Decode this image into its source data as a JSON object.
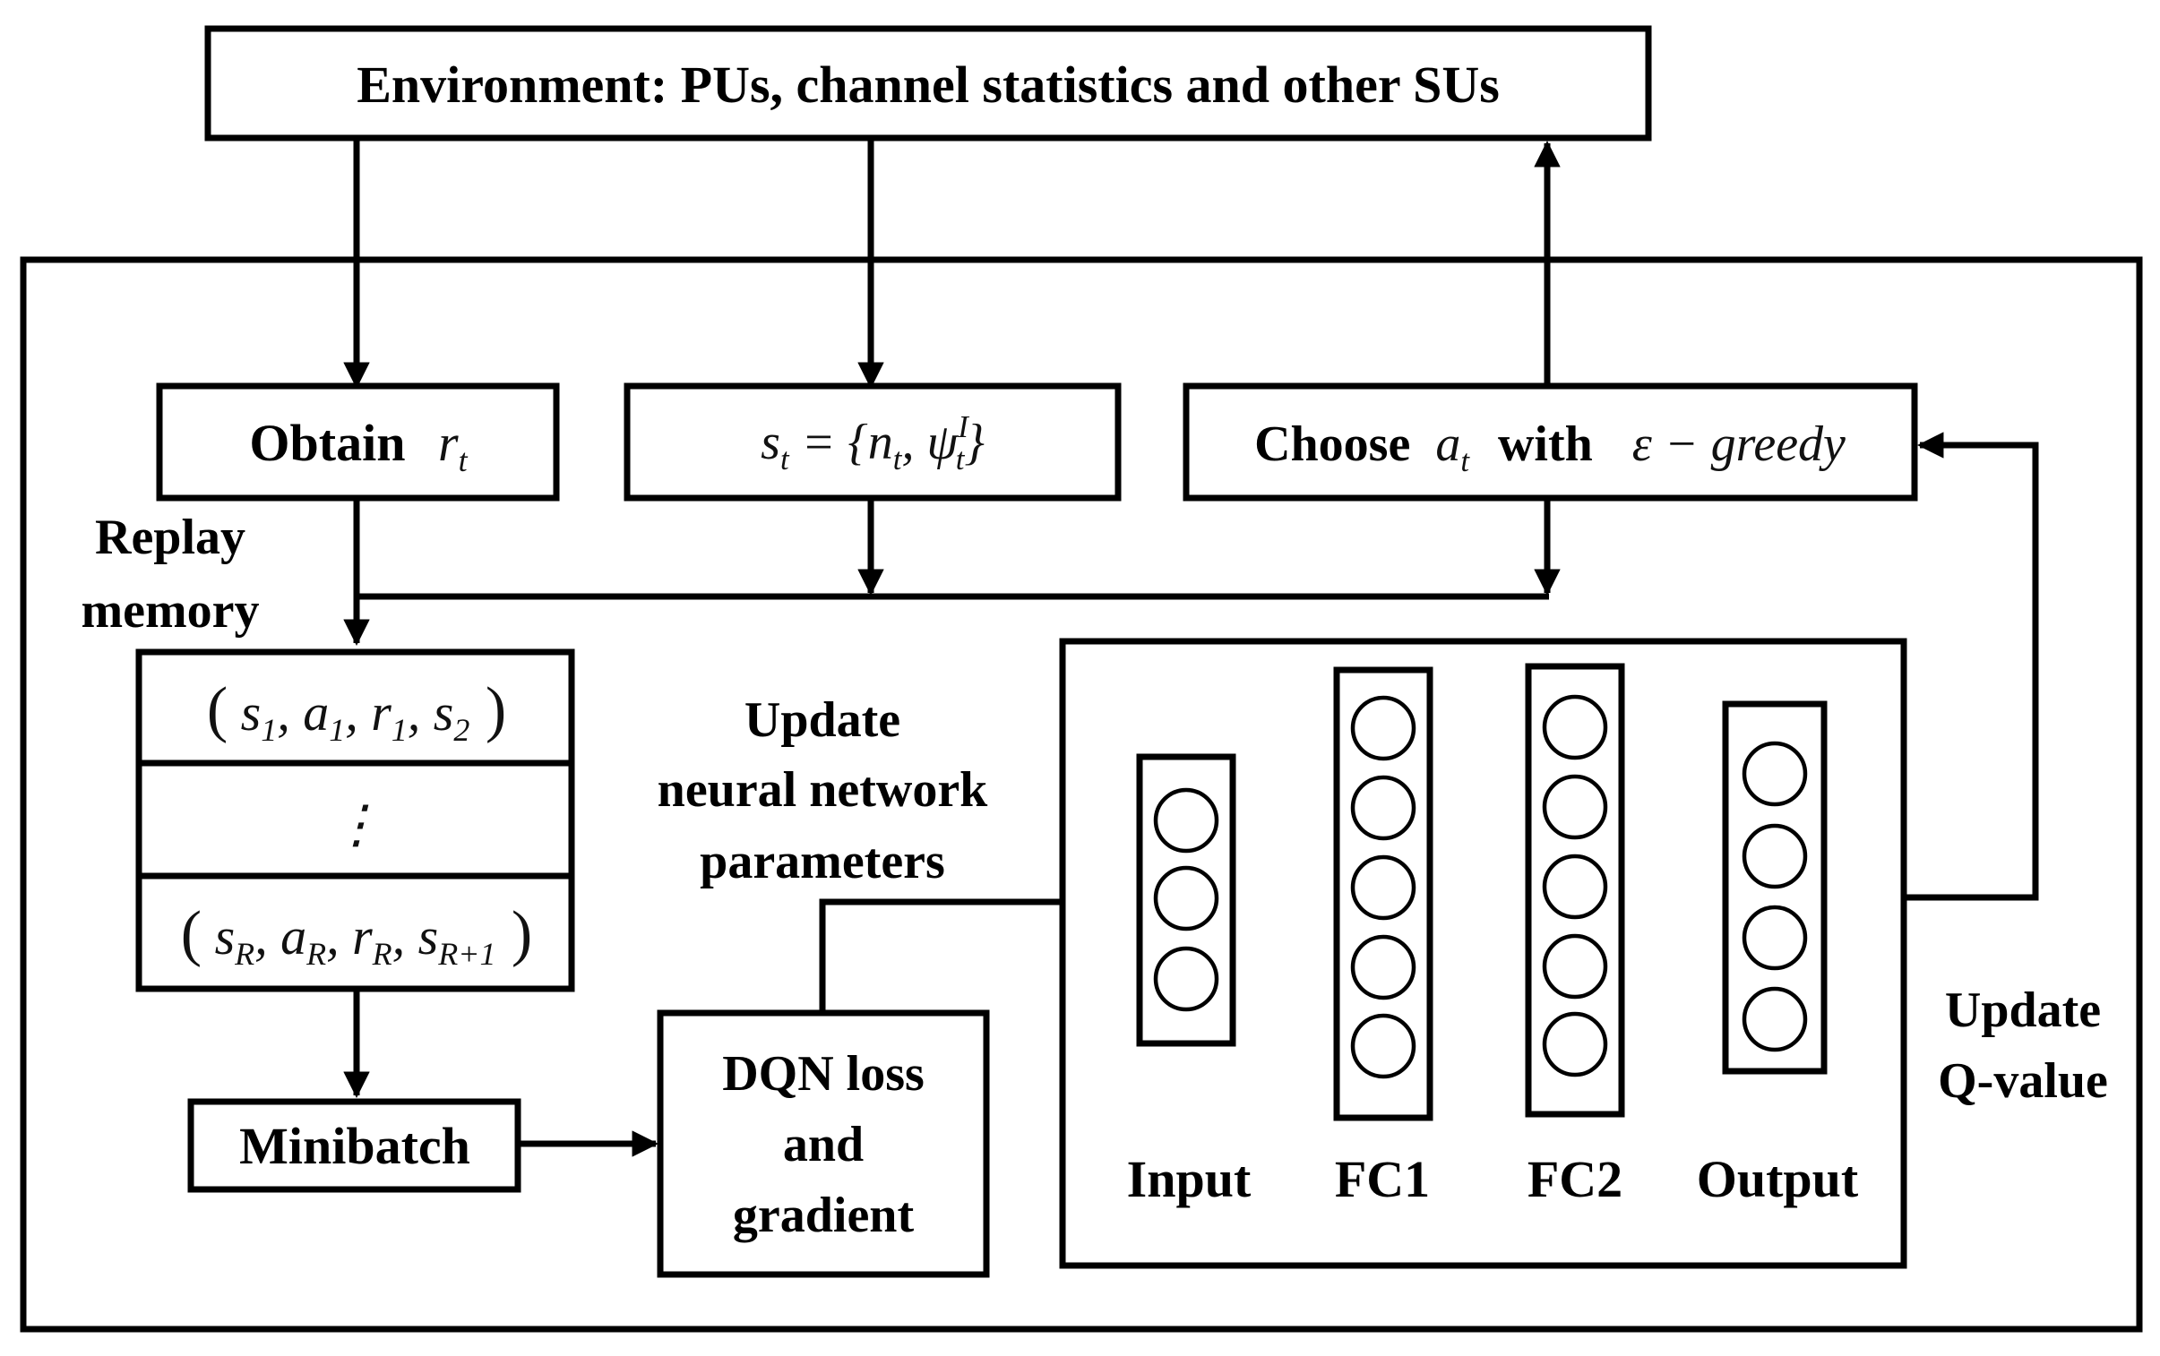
{
  "environment": {
    "title": "Environment:  PUs, channel statistics and other SUs"
  },
  "obtain": {
    "label": "Obtain",
    "symbol": "r",
    "subscript": "t"
  },
  "state": {
    "formula": "s_t = {n_t, ψ_t^I}"
  },
  "choose": {
    "prefix": "Choose",
    "symbol": "a",
    "subscript": "t",
    "with": "with",
    "policy": "ε − greedy"
  },
  "replay": {
    "title_line1": "Replay",
    "title_line2": "memory",
    "rows": [
      "(s1, a1, r1, s2)",
      "⋮",
      "(sR, aR, rR, sR+1)"
    ]
  },
  "minibatch": {
    "label": "Minibatch"
  },
  "update_nn": {
    "line1": "Update",
    "line2": "neural network",
    "line3": "parameters"
  },
  "loss": {
    "line1": "DQN loss",
    "line2": "and",
    "line3": "gradient"
  },
  "network": {
    "layers": [
      {
        "label": "Input",
        "nodes": 3
      },
      {
        "label": "FC1",
        "nodes": 5
      },
      {
        "label": "FC2",
        "nodes": 5
      },
      {
        "label": "Output",
        "nodes": 4
      }
    ]
  },
  "update_q": {
    "line1": "Update",
    "line2": "Q-value"
  }
}
